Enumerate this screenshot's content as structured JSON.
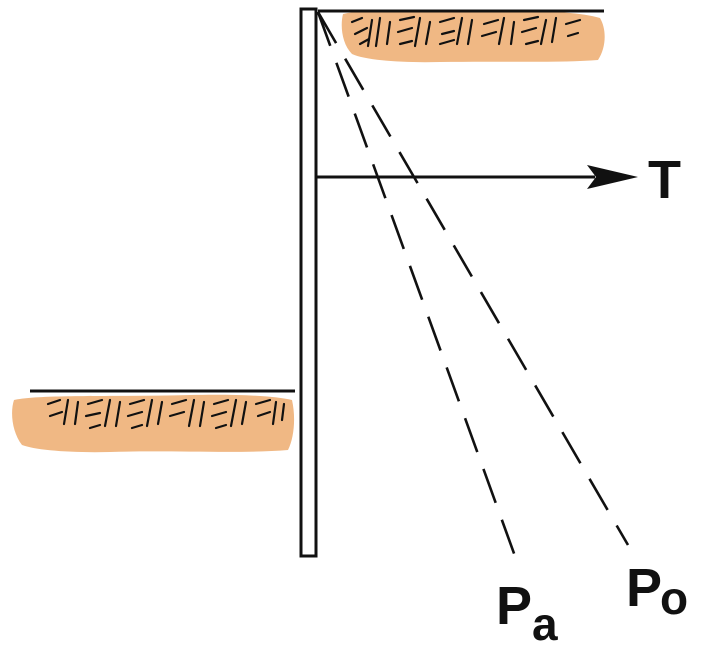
{
  "diagram": {
    "labels": {
      "tension": "T",
      "pressure_a_main": "P",
      "pressure_a_sub": "a",
      "pressure_o_main": "P",
      "pressure_o_sub": "o"
    },
    "colors": {
      "soil_fill": "#f0b884",
      "ink": "#111111",
      "background": "#ffffff"
    },
    "elements": [
      "sheet-pile-wall",
      "upper-ground-surface",
      "lower-ground-surface",
      "tension-arrow",
      "active-pressure-line",
      "at-rest-pressure-line"
    ]
  }
}
